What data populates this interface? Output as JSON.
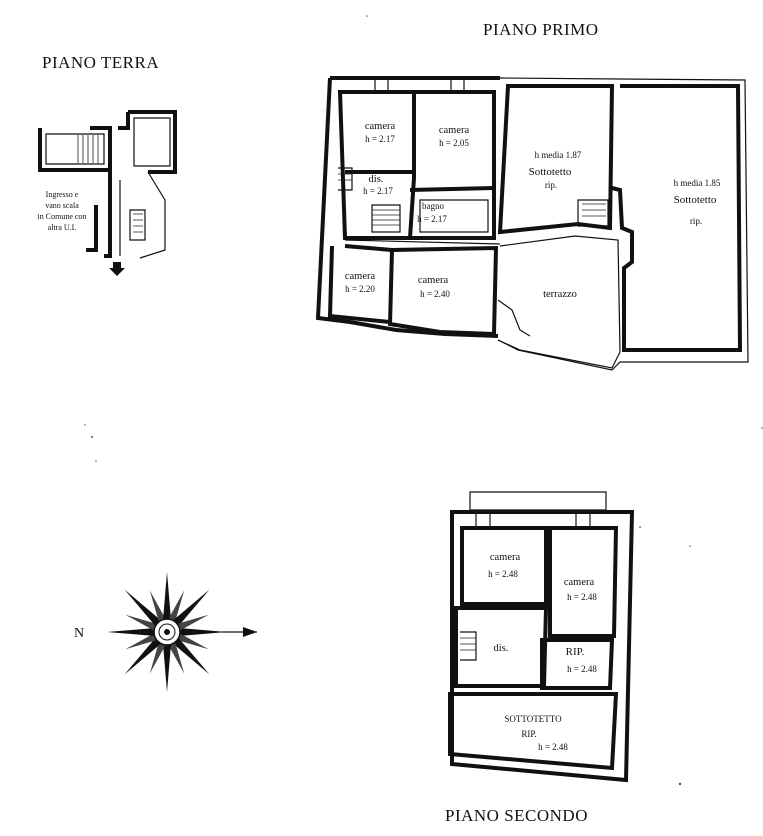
{
  "floors": {
    "ground": {
      "title": "PIANO TERRA",
      "note_lines": [
        "Ingresso e",
        "vano scala",
        "in Comune con",
        "altra U.I."
      ]
    },
    "first": {
      "title": "PIANO PRIMO",
      "rooms": [
        {
          "label": "camera",
          "height": "h = 2.17"
        },
        {
          "label": "camera",
          "height": "h = 2.05"
        },
        {
          "label": "dis.",
          "height": "h = 2.17"
        },
        {
          "label": "bagno",
          "height": "h = 2.17"
        },
        {
          "label": "camera",
          "height": "h = 2.20"
        },
        {
          "label": "camera",
          "height": "h = 2.40"
        },
        {
          "label": "terrazzo",
          "height": ""
        }
      ],
      "attics": [
        {
          "media": "h media 1.87",
          "label": "Sottotetto",
          "note": "rip."
        },
        {
          "media": "h media 1.85",
          "label": "Sottotetto",
          "note": "rip."
        }
      ]
    },
    "second": {
      "title": "PIANO SECONDO",
      "rooms": [
        {
          "label": "camera",
          "height": "h = 2.48"
        },
        {
          "label": "camera",
          "height": "h = 2.48"
        },
        {
          "label": "dis.",
          "height": ""
        },
        {
          "label": "RIP.",
          "height": "h = 2.48"
        },
        {
          "label": "SOTTOTETTO",
          "note": "RIP.",
          "height": "h = 2.48"
        }
      ]
    }
  },
  "compass": {
    "north_label": "N"
  }
}
